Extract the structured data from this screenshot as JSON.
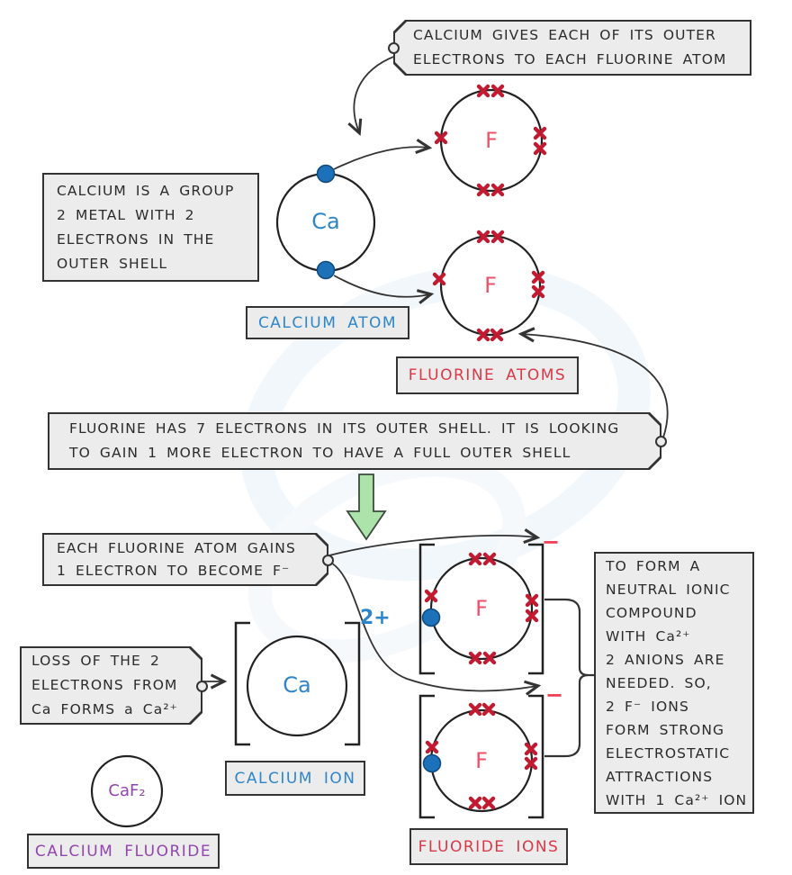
{
  "title": "Ionic bonding of calcium fluoride diagram",
  "callouts": {
    "top": {
      "text": "CALCIUM GIVES EACH OF ITS OUTER\nELECTRONS TO EACH FLUORINE ATOM"
    },
    "left": {
      "text": "CALCIUM IS A GROUP\n2 METAL WITH 2\nELECTRONS IN THE\nOUTER SHELL"
    },
    "middle": {
      "text": "FLUORINE HAS 7 ELECTRONS IN ITS OUTER SHELL. IT IS LOOKING\nTO GAIN 1 MORE ELECTRON TO HAVE A FULL OUTER SHELL"
    },
    "gain": {
      "text": "EACH FLUORINE ATOM GAINS\n1 ELECTRON TO BECOME F⁻"
    },
    "loss": {
      "text": "LOSS OF THE 2\nELECTRONS FROM\nCa FORMS a Ca²⁺"
    },
    "right": {
      "text": "TO FORM A\nNEUTRAL IONIC\nCOMPOUND\nWITH Ca²⁺\n2 ANIONS ARE\nNEEDED. SO,\n2 F⁻ IONS\nFORM STRONG\nELECTROSTATIC\nATTRACTIONS\nWITH 1 Ca²⁺ ION"
    }
  },
  "labels": {
    "calcium_atom": "CALCIUM ATOM",
    "fluorine_atoms": "FLUORINE ATOMS",
    "calcium_ion": "CALCIUM ION",
    "fluoride_ions": "FLUORIDE IONS",
    "calcium_fluoride": "CALCIUM FLUORIDE"
  },
  "symbols": {
    "calcium": "Ca",
    "fluorine": "F",
    "calcium_fluoride_formula": "CaF₂"
  },
  "charges": {
    "calcium_ion": "2+",
    "fluoride_ion": "−"
  },
  "colors": {
    "box_fill": "#ececec",
    "box_border": "#333333",
    "calcium_blue": "#2e86c8",
    "electron_dot_blue": "#1c71b8",
    "fluorine_red": "#e8536a",
    "electron_cross_red": "#c11a31",
    "label_red": "#d93848",
    "purple": "#9146ad",
    "green_arrow": "#abe3ab"
  }
}
